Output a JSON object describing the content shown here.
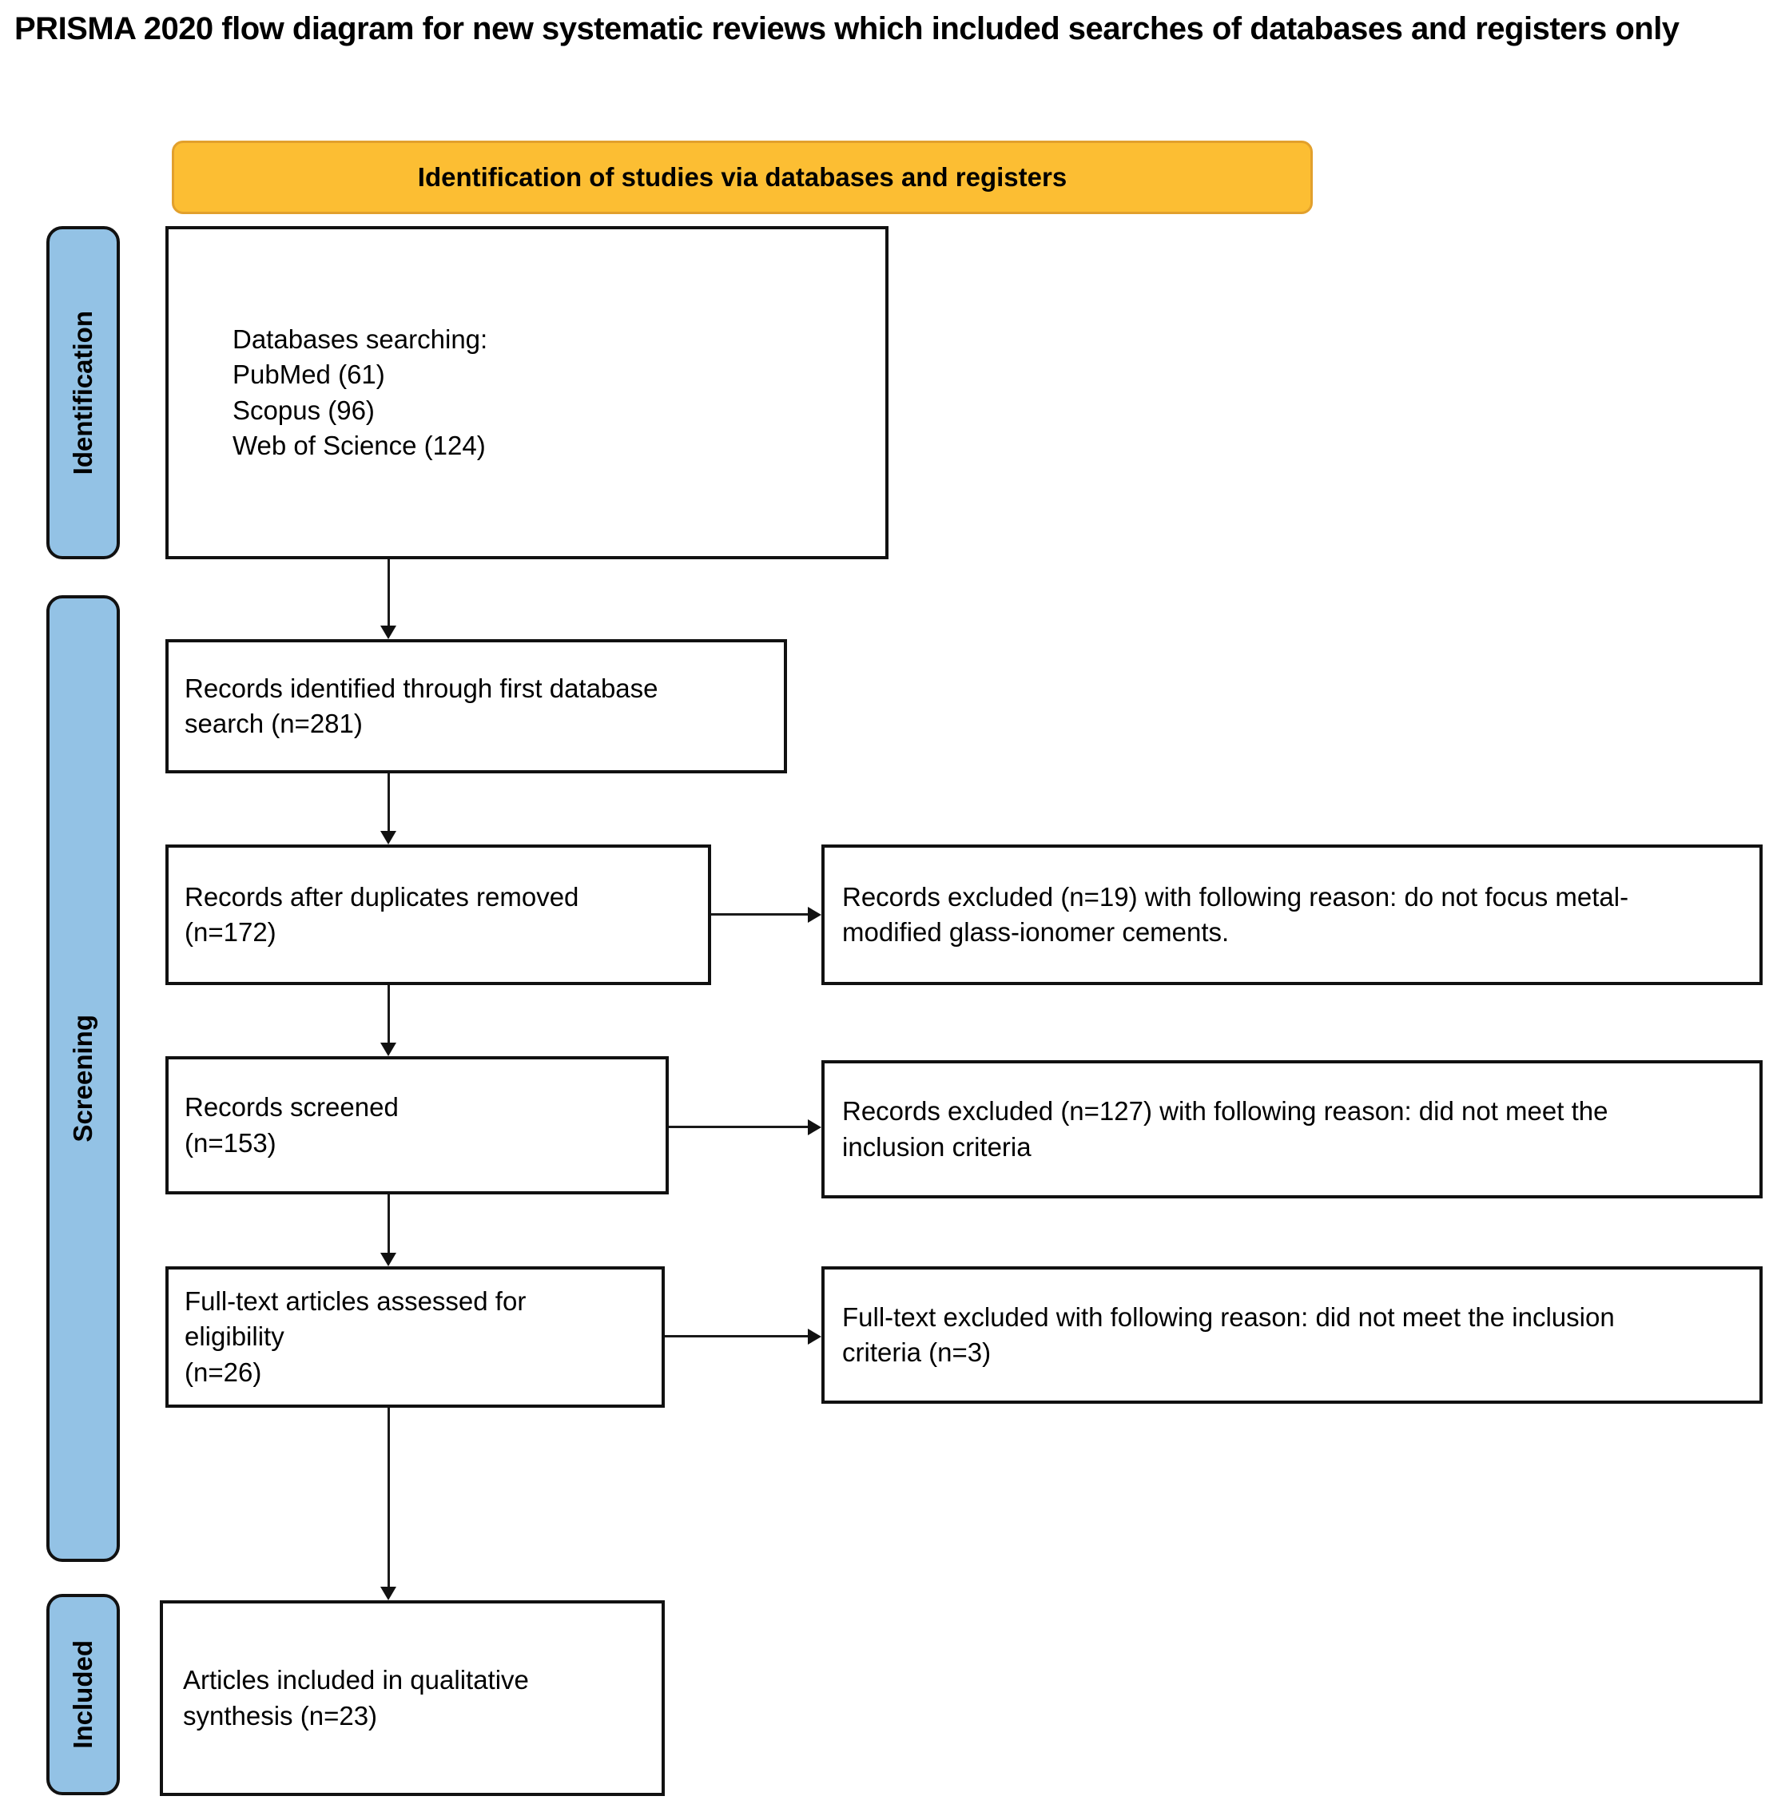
{
  "title": "PRISMA 2020 flow diagram for new systematic reviews which included searches of databases and registers only",
  "banner": {
    "label": "Identification of studies via databases and registers"
  },
  "stages": [
    {
      "id": "identification",
      "label": "Identification"
    },
    {
      "id": "screening",
      "label": "Screening"
    },
    {
      "id": "included",
      "label": "Included"
    }
  ],
  "boxes": {
    "databases": {
      "lines": [
        "Databases searching:",
        "PubMed (61)",
        "Scopus (96)",
        "Web of Science (124)"
      ]
    },
    "identified": {
      "lines": [
        "Records identified through first database",
        "search (n=281)"
      ]
    },
    "deduplicated": {
      "lines": [
        "Records after duplicates removed",
        "(n=172)"
      ]
    },
    "screened": {
      "lines": [
        "Records screened",
        "(n=153)"
      ]
    },
    "fulltext_assessed": {
      "lines": [
        "Full-text articles assessed for",
        "eligibility",
        "(n=26)"
      ]
    },
    "included_synthesis": {
      "lines": [
        "Articles included in qualitative",
        "synthesis (n=23)"
      ]
    },
    "excluded_1": {
      "lines": [
        "Records excluded (n=19) with following reason: do not focus metal-",
        "modified glass-ionomer cements."
      ]
    },
    "excluded_2": {
      "lines": [
        "Records excluded (n=127) with following reason: did not meet the",
        "inclusion criteria"
      ]
    },
    "excluded_3": {
      "lines": [
        "Full-text excluded with following reason: did not meet the inclusion",
        "criteria (n=3)"
      ]
    }
  },
  "colors": {
    "banner_fill": "#FCBE33",
    "banner_border": "#E2A02C",
    "stage_fill": "#93C2E5",
    "box_border": "#111111",
    "text": "#000000"
  }
}
